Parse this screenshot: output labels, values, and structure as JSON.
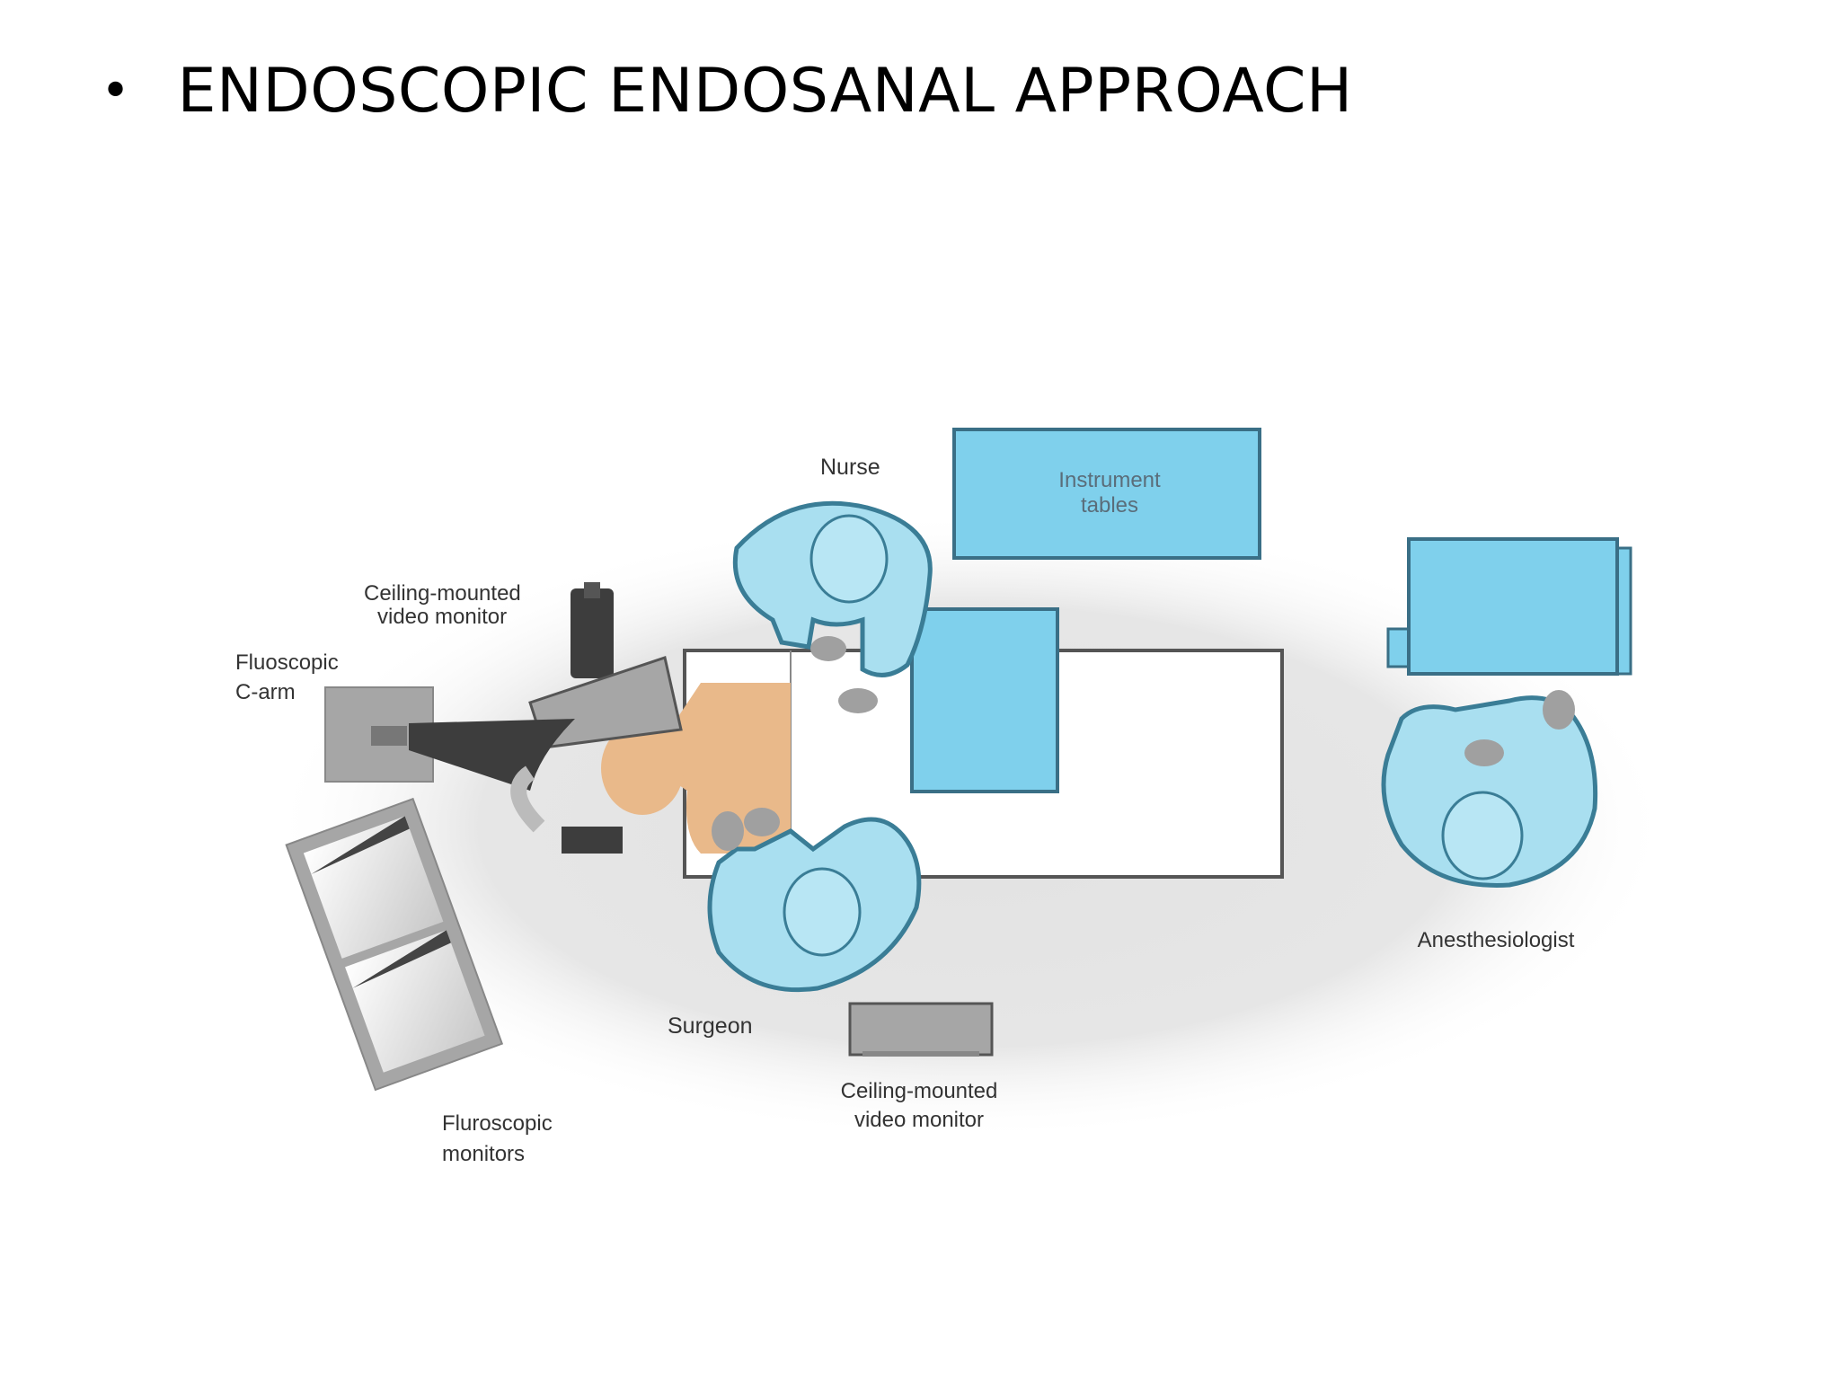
{
  "slide": {
    "bullet": "•",
    "title": "ENDOSCOPIC ENDOSANAL APPROACH"
  },
  "diagram": {
    "labels": {
      "nurse": "Nurse",
      "instrument_tables_line1": "Instrument",
      "instrument_tables_line2": "tables",
      "ceiling_monitor_top_line1": "Ceiling-mounted",
      "ceiling_monitor_top_line2": "video monitor",
      "fluoroscopic_carm_line1": "Fluoscopic",
      "fluoroscopic_carm_line2": "C-arm",
      "anesthesiologist": "Anesthesiologist",
      "surgeon": "Surgeon",
      "ceiling_monitor_bottom_line1": "Ceiling-mounted",
      "ceiling_monitor_bottom_line2": "video monitor",
      "fluoro_monitors_line1": "Fluroscopic",
      "fluoro_monitors_line2": "monitors"
    },
    "colors": {
      "scrubs": "#a9dff0",
      "scrubs_outline": "#3a7d96",
      "table_blue": "#7fd0ec",
      "skin": "#e9b98a",
      "equipment_gray": "#a6a6a6",
      "equipment_dark": "#3d3d3d",
      "floor_shadow": "#d8d8d8"
    }
  }
}
